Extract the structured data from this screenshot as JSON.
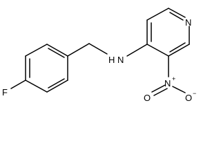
{
  "molecule": {
    "atoms": {
      "fluorine": "F",
      "amine_nitrogen": "N",
      "amine_hydrogen": "H",
      "pyridine_nitrogen": "N",
      "nitro_nitrogen": "N",
      "nitro_oxygen_double": "O",
      "nitro_oxygen_single": "O"
    },
    "charges": {
      "nitro_nitrogen": "+",
      "nitro_oxygen_single": "−"
    }
  }
}
